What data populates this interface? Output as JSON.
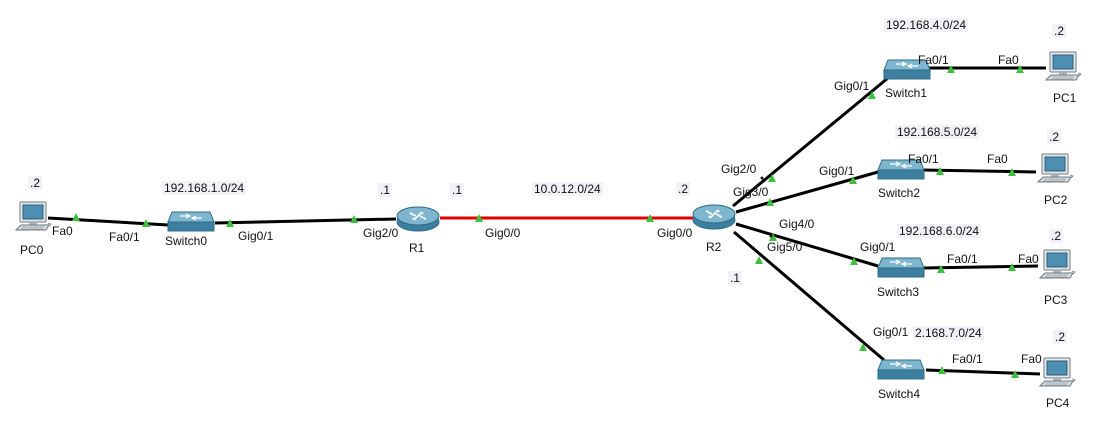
{
  "colors": {
    "link": "#000000",
    "wan_link": "#e00000",
    "port_up": "#3fbf3f",
    "device": "#4a90b0",
    "label_bg": "#ececf4"
  },
  "devices": {
    "pc0": {
      "name": "PC0",
      "icon": "pc-icon"
    },
    "switch0": {
      "name": "Switch0",
      "icon": "switch-icon"
    },
    "r1": {
      "name": "R1",
      "icon": "router-icon"
    },
    "r2": {
      "name": "R2",
      "icon": "router-icon"
    },
    "switch1": {
      "name": "Switch1",
      "icon": "switch-icon"
    },
    "switch2": {
      "name": "Switch2",
      "icon": "switch-icon"
    },
    "switch3": {
      "name": "Switch3",
      "icon": "switch-icon"
    },
    "switch4": {
      "name": "Switch4",
      "icon": "switch-icon"
    },
    "pc1": {
      "name": "PC1",
      "icon": "pc-icon"
    },
    "pc2": {
      "name": "PC2",
      "icon": "pc-icon"
    },
    "pc3": {
      "name": "PC3",
      "icon": "pc-icon"
    },
    "pc4": {
      "name": "PC4",
      "icon": "pc-icon"
    }
  },
  "networks": {
    "lan1": "192.168.1.0/24",
    "wan": "10.0.12.0/24",
    "lan4": "192.168.4.0/24",
    "lan5": "192.168.5.0/24",
    "lan6": "192.168.6.0/24",
    "lan7": "2.168.7.0/24"
  },
  "hosts": {
    "pc0": ".2",
    "r1_lan": ".1",
    "r1_wan": ".1",
    "r2_wan": ".2",
    "r2_lan": ".1",
    "pc1": ".2",
    "pc2": ".2",
    "pc3": ".2",
    "pc4": ".2"
  },
  "ports": {
    "pc0_fa0": "Fa0",
    "sw0_fa01": "Fa0/1",
    "sw0_gig01": "Gig0/1",
    "r1_gig20": "Gig2/0",
    "r1_gig00": "Gig0/0",
    "r2_gig00": "Gig0/0",
    "r2_gig20": "Gig2/0",
    "r2_gig30": "Gig3/0",
    "r2_gig40": "Gig4/0",
    "r2_gig50": "Gig5/0",
    "sw1_gig01": "Gig0/1",
    "sw1_fa01": "Fa0/1",
    "pc1_fa0": "Fa0",
    "sw2_gig01": "Gig0/1",
    "sw2_fa01": "Fa0/1",
    "pc2_fa0": "Fa0",
    "sw3_gig01": "Gig0/1",
    "sw3_fa01": "Fa0/1",
    "pc3_fa0": "Fa0",
    "sw4_gig01": "Gig0/1",
    "sw4_fa01": "Fa0/1",
    "pc4_fa0": "Fa0"
  }
}
